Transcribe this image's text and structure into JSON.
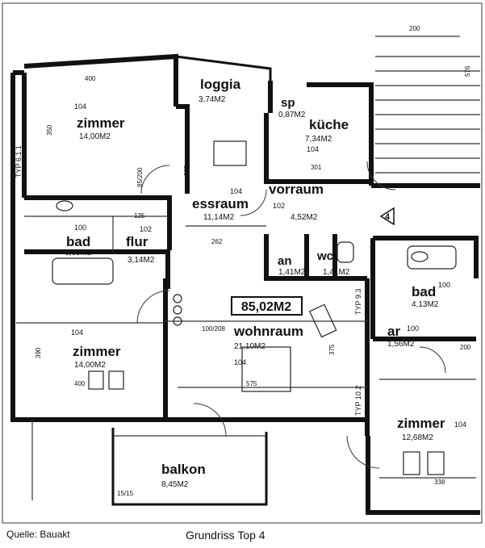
{
  "total_area": "85,02M2",
  "rooms": {
    "loggia": {
      "name": "loggia",
      "area": "3,74M2"
    },
    "zimmer1": {
      "name": "zimmer",
      "area": "14,00M2",
      "num": "104"
    },
    "sp": {
      "name": "sp",
      "area": "0,87M2"
    },
    "kuche": {
      "name": "küche",
      "area": "7,34M2",
      "num": "104"
    },
    "essraum": {
      "name": "essraum",
      "area": "11,14M2",
      "num": "104"
    },
    "vorraum": {
      "name": "vorraum",
      "area": "4,52M2",
      "num": "102"
    },
    "bad1": {
      "name": "bad",
      "area": "6,09M2",
      "num": "100"
    },
    "flur": {
      "name": "flur",
      "area": "3,14M2",
      "num": "102"
    },
    "an": {
      "name": "an",
      "area": "1,41M2"
    },
    "wc": {
      "name": "wc",
      "area": "1,41M2"
    },
    "wohnraum": {
      "name": "wohnraum",
      "area": "21,10M2",
      "num": "104"
    },
    "zimmer2": {
      "name": "zimmer",
      "area": "14,00M2",
      "num": "104"
    },
    "bad2": {
      "name": "bad",
      "area": "4,13M2",
      "num": "100"
    },
    "ar": {
      "name": "ar",
      "area": "1,56M2",
      "num": "100"
    },
    "zimmer3": {
      "name": "zimmer",
      "area": "12,68M2",
      "num": "104"
    },
    "balkon": {
      "name": "balkon",
      "area": "8,45M2"
    }
  },
  "wall_types": {
    "typ611": "TYP 6.1.1",
    "typ93": "TYP 9.3",
    "typ102": "TYP 10.2"
  },
  "dimensions": {
    "d200_top": "200",
    "d400_top": "400",
    "d350": "350",
    "d225": "225",
    "d125": "125",
    "d262": "262",
    "d575": "575",
    "d400_bottom": "400",
    "d390": "390",
    "d375": "375",
    "d338": "338",
    "d200_right": "200",
    "d100_208": "100/208",
    "d85_200": "85/200",
    "d15_15": "15/15",
    "d576": "576",
    "d301": "301"
  },
  "marker": "4",
  "source_label": "Quelle: Bauakt",
  "plan_title": "Grundriss Top 4"
}
